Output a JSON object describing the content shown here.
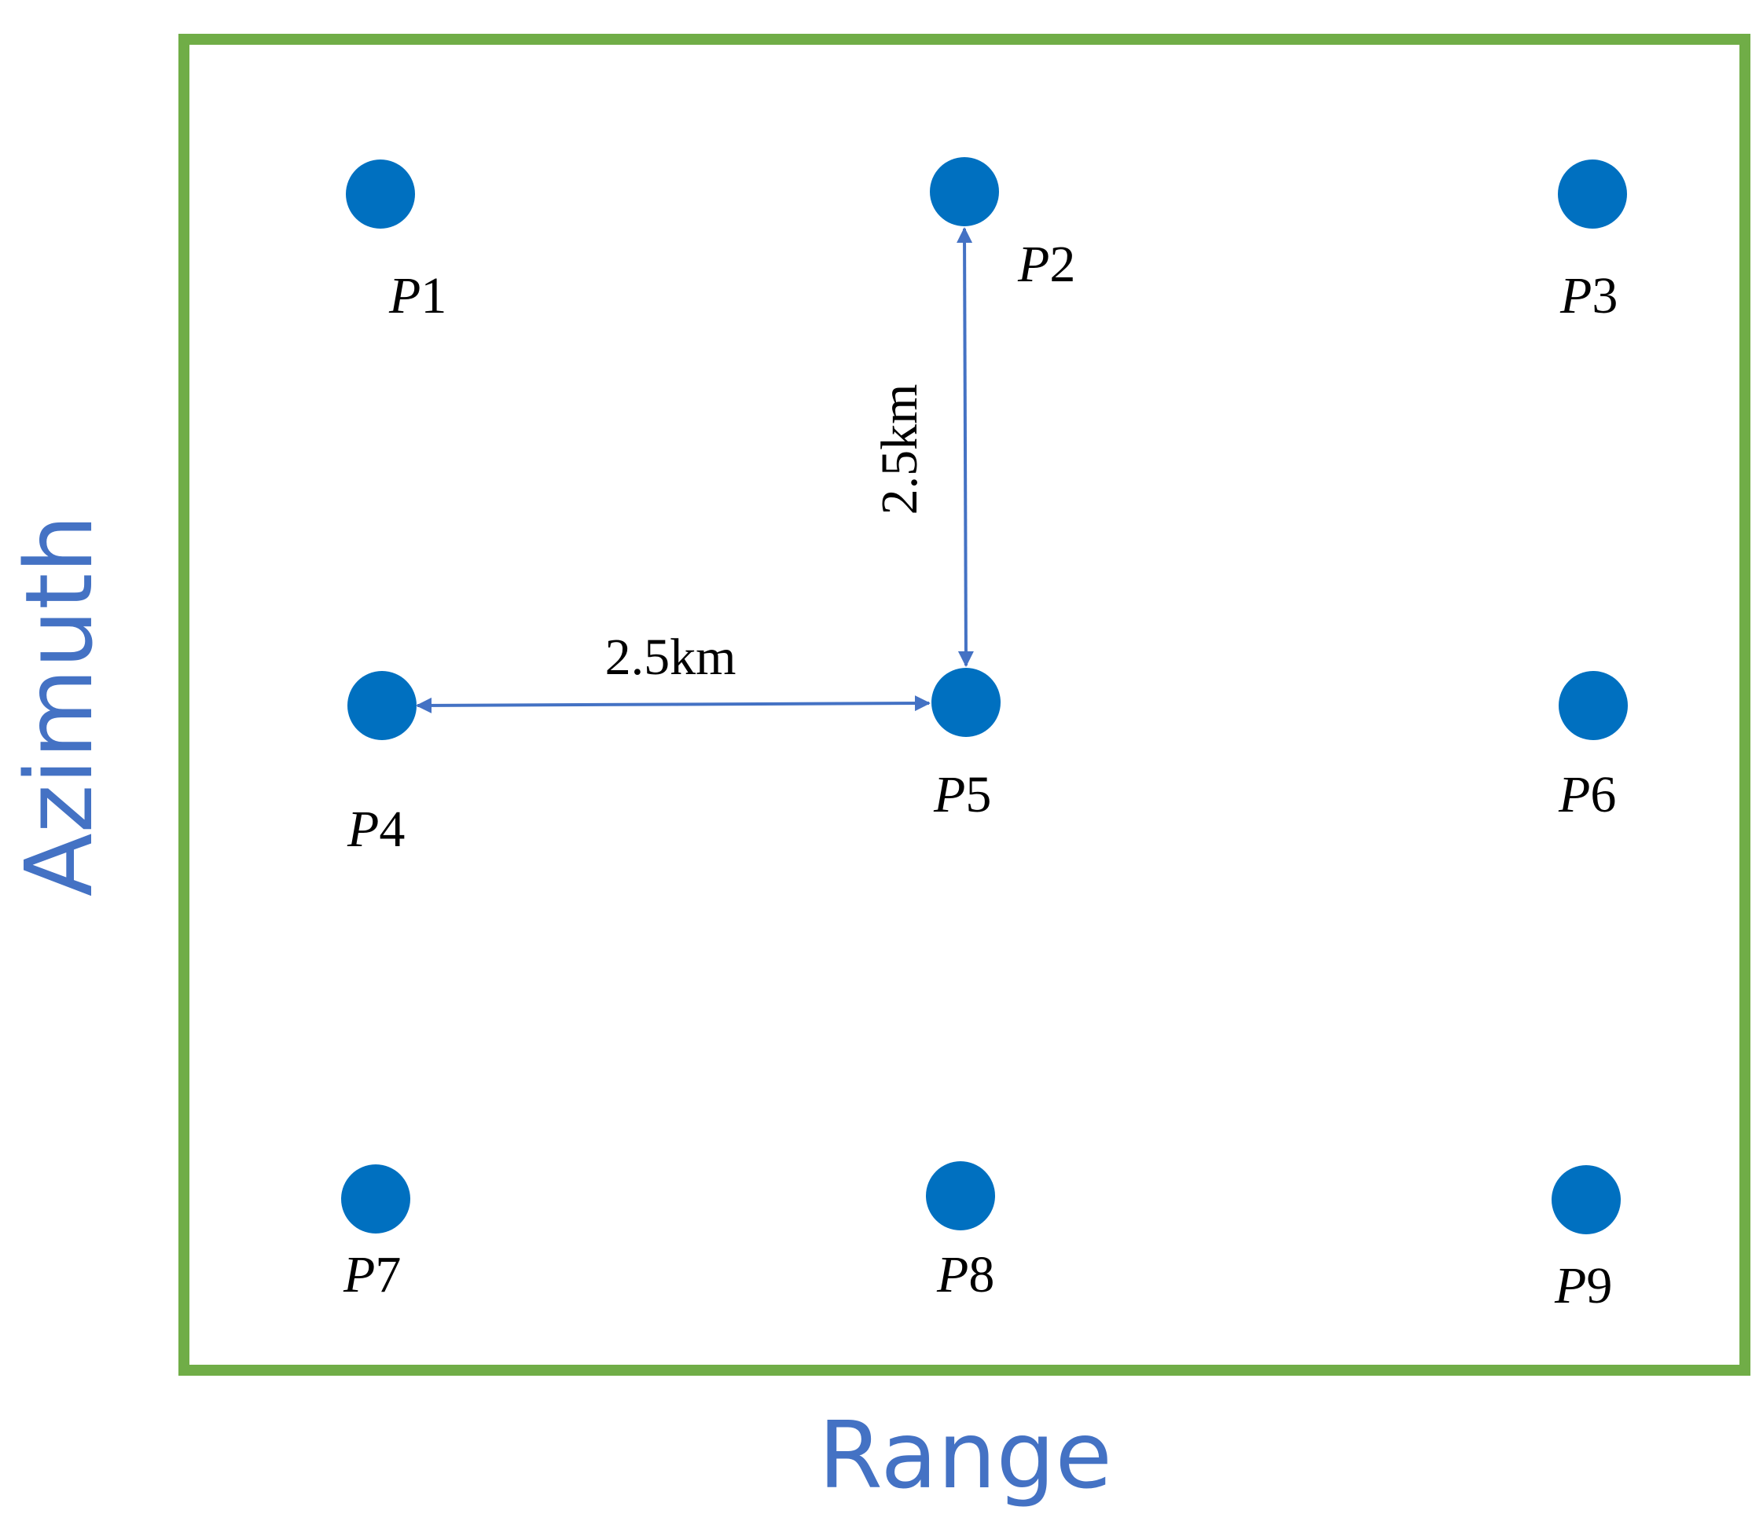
{
  "colors": {
    "frame": "#70AD47",
    "point": "#0070C0",
    "arrow": "#4472C4",
    "axis_label": "#4472C4",
    "text": "#000000"
  },
  "axes": {
    "x_label": "Range",
    "y_label": "Azimuth"
  },
  "points": [
    {
      "prefix": "P",
      "index": "1"
    },
    {
      "prefix": "P",
      "index": "2"
    },
    {
      "prefix": "P",
      "index": "3"
    },
    {
      "prefix": "P",
      "index": "4"
    },
    {
      "prefix": "P",
      "index": "5"
    },
    {
      "prefix": "P",
      "index": "6"
    },
    {
      "prefix": "P",
      "index": "7"
    },
    {
      "prefix": "P",
      "index": "8"
    },
    {
      "prefix": "P",
      "index": "9"
    }
  ],
  "spacing": {
    "horizontal_label": "2.5km",
    "vertical_label": "2.5km"
  }
}
